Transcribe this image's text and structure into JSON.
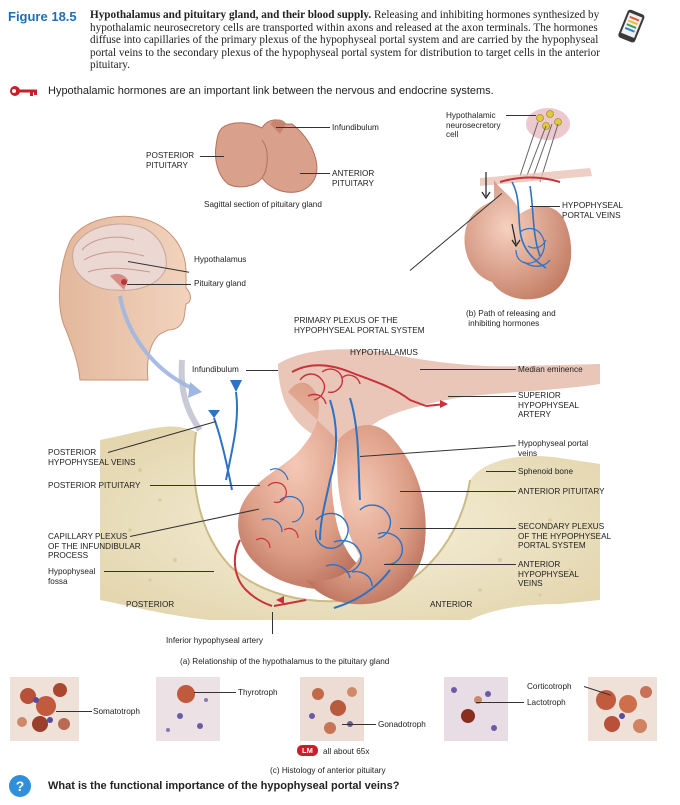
{
  "figure": {
    "number": "Figure 18.5",
    "caption_title": "Hypothalamus and pituitary gland, and their blood supply.",
    "caption_body": "Releasing and inhibiting hormones synthesized by hypothalamic neurosecretory cells are transported within axons and released at the axon terminals. The hormones diffuse into capillaries of the primary plexus of the hypophyseal portal system and are carried by the hypophyseal portal veins to the secondary plexus of the hypophyseal portal system for distribution to target cells in the anterior pituitary."
  },
  "key_concept": "Hypothalamic hormones are an important link between the nervous and endocrine systems.",
  "sagittal": {
    "infundibulum": "Infundibulum",
    "posterior_pituitary": "POSTERIOR\nPITUITARY",
    "anterior_pituitary": "ANTERIOR\nPITUITARY",
    "caption": "Sagittal section of pituitary gland"
  },
  "head": {
    "hypothalamus": "Hypothalamus",
    "pituitary_gland": "Pituitary gland"
  },
  "panel_b": {
    "neurosecretory_cell": "Hypothalamic\nneurosecretory\ncell",
    "portal_veins": "HYPOPHYSEAL\nPORTAL VEINS",
    "caption": "(b) Path of releasing and\n inhibiting hormones"
  },
  "panel_a": {
    "primary_plexus": "PRIMARY PLEXUS OF THE\nHYPOPHYSEAL PORTAL SYSTEM",
    "hypothalamus": "HYPOTHALAMUS",
    "infundibulum": "Infundibulum",
    "median_eminence": "Median eminence",
    "superior_artery": "SUPERIOR\nHYPOPHYSEAL\nARTERY",
    "posterior_veins": "POSTERIOR\nHYPOPHYSEAL VEINS",
    "portal_veins": "Hypophyseal portal\nveins",
    "sphenoid": "Sphenoid bone",
    "posterior_pituitary": "POSTERIOR PITUITARY",
    "anterior_pituitary": "ANTERIOR PITUITARY",
    "capillary_plexus": "CAPILLARY PLEXUS\nOF THE INFUNDIBULAR\nPROCESS",
    "secondary_plexus": "SECONDARY PLEXUS\nOF THE HYPOPHYSEAL\nPORTAL SYSTEM",
    "fossa": "Hypophyseal\nfossa",
    "anterior_veins": "ANTERIOR\nHYPOPHYSEAL\nVEINS",
    "posterior": "POSTERIOR",
    "anterior": "ANTERIOR",
    "inferior_artery": "Inferior hypophyseal artery",
    "caption": "(a) Relationship of the hypothalamus to the pituitary gland"
  },
  "histology": {
    "somatotroph": "Somatotroph",
    "thyrotroph": "Thyrotroph",
    "gonadotroph": "Gonadotroph",
    "corticotroph": "Corticotroph",
    "lactotroph": "Lactotroph",
    "lm_badge": "LM",
    "magnification": "all about 65x",
    "caption": "(c) Histology of anterior pituitary"
  },
  "question": {
    "icon": "?",
    "text": "What is the functional importance of the hypophyseal portal veins?"
  },
  "colors": {
    "accent_blue": "#1f6fb5",
    "artery_red": "#c8323a",
    "vein_blue": "#2e72c4",
    "gland_pink": "#d99a86",
    "bone": "#efe6c8"
  }
}
